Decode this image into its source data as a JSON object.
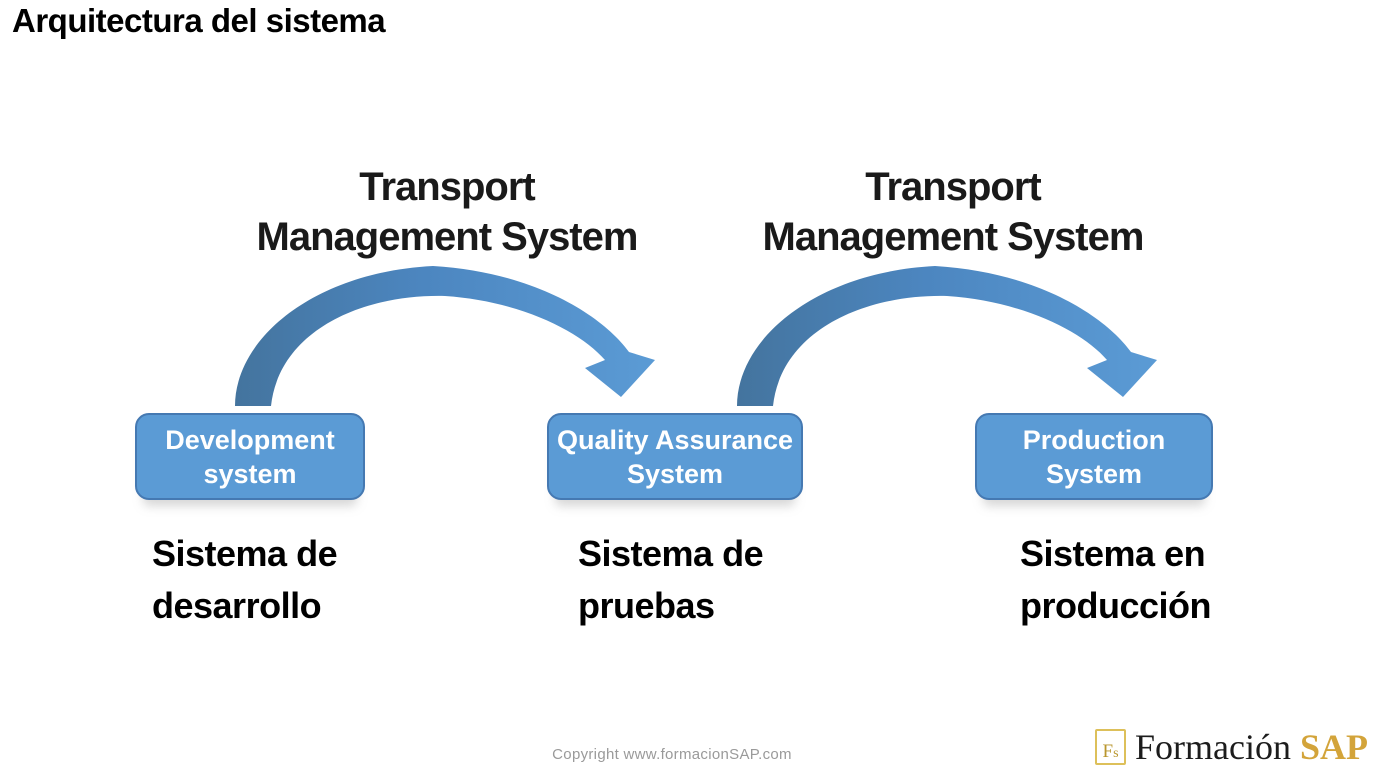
{
  "page": {
    "title": "Arquitectura del sistema"
  },
  "diagram": {
    "tms_labels": [
      {
        "line1": "Transport",
        "line2": "Management System"
      },
      {
        "line1": "Transport",
        "line2": "Management System"
      }
    ],
    "systems": [
      {
        "box_line1": "Development",
        "box_line2": "system",
        "caption_line1": "Sistema de",
        "caption_line2": "desarrollo"
      },
      {
        "box_line1": "Quality Assurance",
        "box_line2": "System",
        "caption_line1": "Sistema de",
        "caption_line2": "pruebas"
      },
      {
        "box_line1": "Production",
        "box_line2": "System",
        "caption_line1": "Sistema en",
        "caption_line2": "producción"
      }
    ],
    "colors": {
      "box_fill": "#5b9bd5",
      "box_border": "#4579b2",
      "box_text": "#ffffff",
      "arrow_dark": "#44749e",
      "arrow_mid": "#4c86c0",
      "arrow_light": "#5b9bd5",
      "title_text": "#000000",
      "footer_text": "#9a9a9a",
      "logo_gold": "#d3a43a"
    }
  },
  "footer": {
    "copyright": "Copyright www.formacionSAP.com",
    "logo": {
      "badge_big": "F",
      "badge_small": "s",
      "name": "Formación",
      "suffix": "SAP"
    }
  }
}
